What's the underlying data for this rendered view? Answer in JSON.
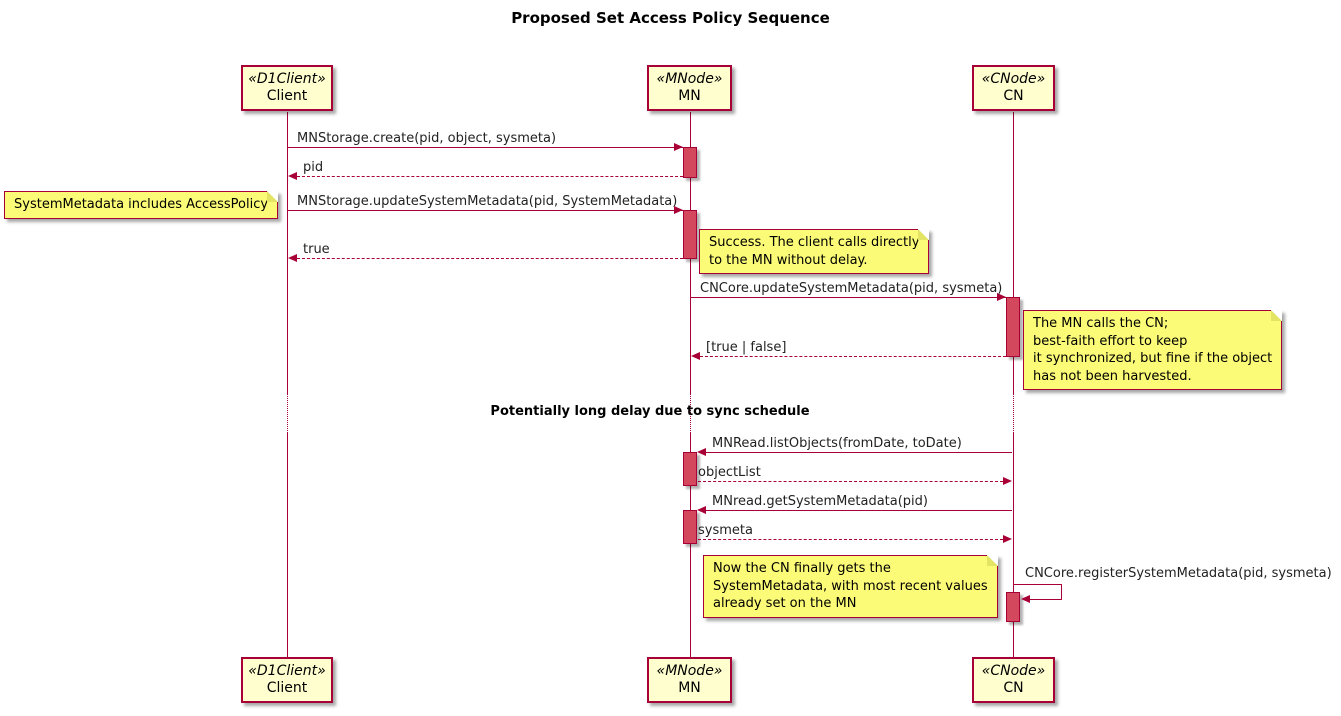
{
  "title": "Proposed Set Access Policy Sequence",
  "participants": {
    "client": {
      "stereotype": "«D1Client»",
      "name": "Client"
    },
    "mn": {
      "stereotype": "«MNode»",
      "name": "MN"
    },
    "cn": {
      "stereotype": "«CNode»",
      "name": "CN"
    }
  },
  "messages": {
    "create": "MNStorage.create(pid, object, sysmeta)",
    "pid_return": "pid",
    "update_sysmeta_mn": "MNStorage.updateSystemMetadata(pid, SystemMetadata)",
    "true_return": "true",
    "update_sysmeta_cn": "CNCore.updateSystemMetadata(pid, sysmeta)",
    "true_false_return": "[true | false]",
    "list_objects": "MNRead.listObjects(fromDate, toDate)",
    "object_list_return": "objectList",
    "get_sysmeta": "MNread.getSystemMetadata(pid)",
    "sysmeta_return": "sysmeta",
    "register_sysmeta": "CNCore.registerSystemMetadata(pid, sysmeta)"
  },
  "notes": {
    "access_policy": "SystemMetadata includes AccessPolicy",
    "success": "Success. The client calls directly\nto the MN without delay.",
    "mn_calls_cn": "The MN calls the CN;\nbest-faith effort to keep\nit synchronized, but fine if the object\nhas not been harvested.",
    "cn_finally": "Now the CN finally gets the\nSystemMetadata, with most recent values\nalready set on the MN"
  },
  "delay": {
    "label": "Potentially long delay due to sync schedule"
  },
  "colors": {
    "accent": "#A80036",
    "participant_fill": "#FEFECE",
    "note_fill": "#FBFB77",
    "activation_fill": "#D4485E"
  }
}
